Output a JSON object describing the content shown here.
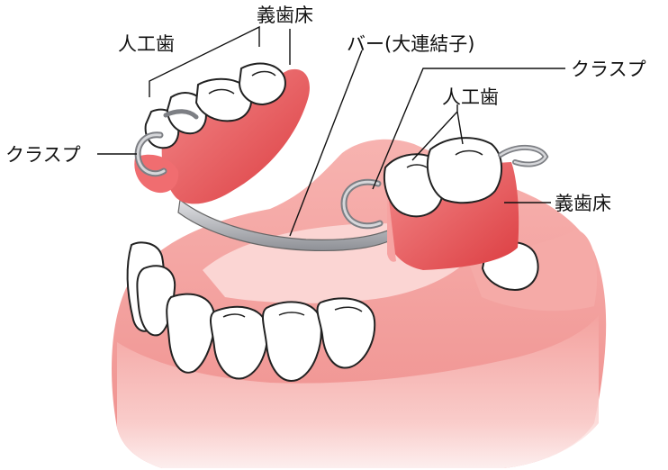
{
  "labels": {
    "artificial_teeth_left": "人工歯",
    "denture_base_top": "義歯床",
    "clasp_left": "クラスプ",
    "bar": "バー(大連結子)",
    "clasp_right": "クラスプ",
    "artificial_teeth_right": "人工歯",
    "denture_base_right": "義歯床"
  },
  "colors": {
    "gum": "#f19a98",
    "gum_light": "#f8c2bf",
    "denture_base": "#e4494c",
    "denture_base_light": "#f07577",
    "tooth": "#ffffff",
    "outline": "#222222",
    "metal": "#9fa1a6",
    "metal_light": "#dcdde0"
  }
}
